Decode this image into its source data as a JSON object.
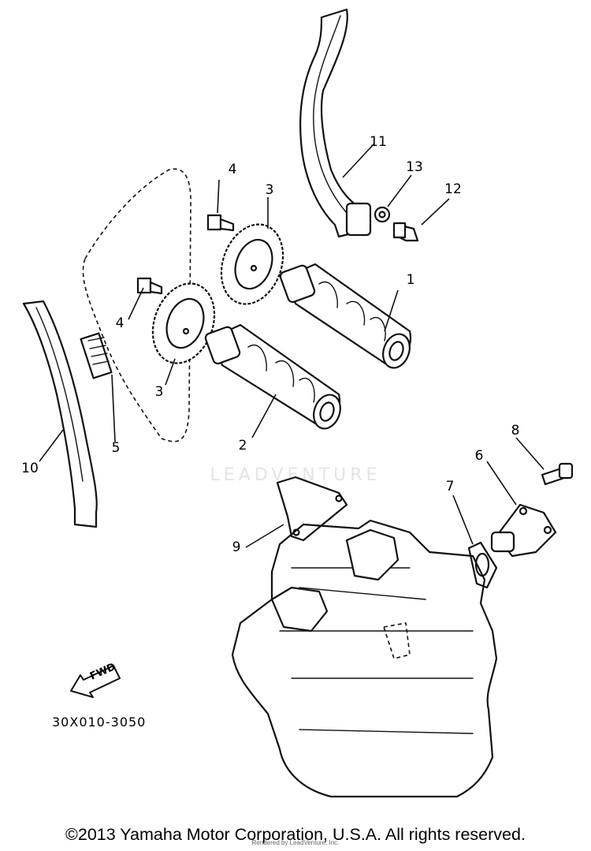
{
  "diagram": {
    "callouts": {
      "p1": "1",
      "p2": "2",
      "p3a": "3",
      "p3b": "3",
      "p4a": "4",
      "p4b": "4",
      "p5": "5",
      "p6": "6",
      "p7": "7",
      "p8": "8",
      "p9": "9",
      "p10": "10",
      "p11": "11",
      "p12": "12",
      "p13": "13"
    },
    "fwd_label": "FWD",
    "ref_code": "30X010-3050",
    "watermark": "LEADVENTURE",
    "copyright": "©2013 Yamaha Motor Corporation, U.S.A. All rights reserved.",
    "rendered_by": "Rendered by LeadVenture, Inc."
  }
}
